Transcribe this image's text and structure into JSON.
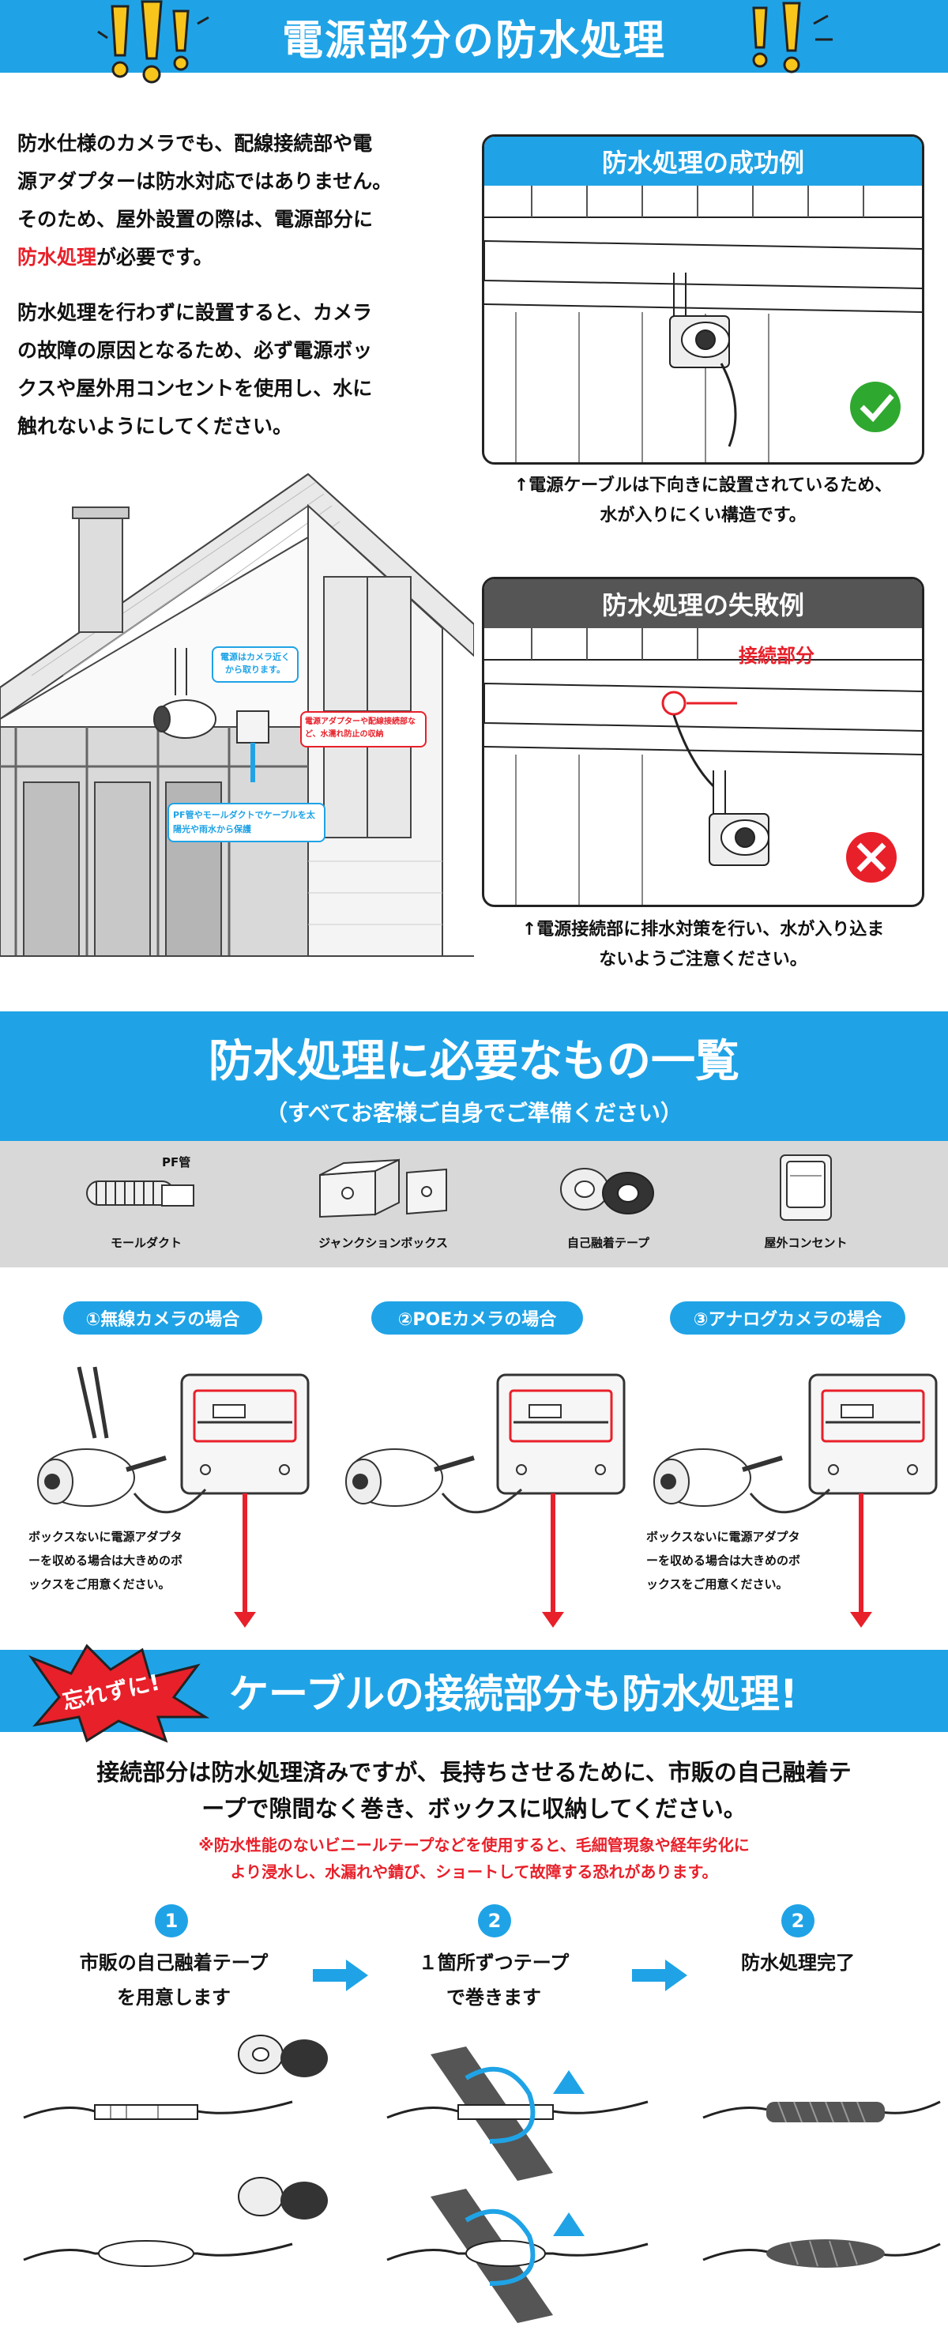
{
  "section1": {
    "title": "電源部分の防水処理",
    "intro_lines": [
      "防水仕様のカメラでも、配線接続部や電",
      "源アダプターは防水対応ではありません。",
      "そのため、屋外設置の際は、電源部分に"
    ],
    "intro_red": "防水処理",
    "intro_tail": "が必要です。",
    "para2_lines": [
      "防水処理を行わずに設置すると、カメラ",
      "の故障の原因となるため、必ず電源ボッ",
      "クスや屋外用コンセントを使用し、水に",
      "触れないようにしてください。"
    ],
    "house_notes": {
      "power_near": "電源はカメラ近くから取ります。",
      "adapter": "電源アダプターや配線接続部など、水濡れ防止の収納",
      "pf_pipe": "PF管やモールダクトでケーブルを太陽光や雨水から保護"
    }
  },
  "success": {
    "title": "防水処理の成功例",
    "caption_lines": [
      "↑電源ケーブルは下向きに設置されているため、",
      "水が入りにくい構造です。"
    ]
  },
  "failure": {
    "title": "防水処理の失敗例",
    "callout": "接続部分",
    "caption_lines": [
      "↑電源接続部に排水対策を行い、水が入り込ま",
      "ないようご注意ください。"
    ]
  },
  "section2": {
    "title": "防水処理に必要なもの一覧",
    "subtitle": "（すべてお客様ご自身でご準備ください）",
    "items": [
      {
        "label": "モールダクト",
        "sub": "PF管",
        "icon": "duct-icon"
      },
      {
        "label": "ジャンクションボックス",
        "icon": "junction-box-icon"
      },
      {
        "label": "自己融着テープ",
        "icon": "tape-icon"
      },
      {
        "label": "屋外コンセント",
        "icon": "outlet-icon"
      }
    ]
  },
  "cameras": [
    {
      "label": "①無線カメラの場合",
      "note_lines": [
        "ボックスないに電源アダプタ",
        "ーを収める場合は大きめのボ",
        "ックスをご用意ください。"
      ]
    },
    {
      "label": "②POEカメラの場合",
      "note_lines": []
    },
    {
      "label": "③アナログカメラの場合",
      "note_lines": [
        "ボックスないに電源アダプタ",
        "ーを収める場合は大きめのボ",
        "ックスをご用意ください。"
      ]
    }
  ],
  "section3": {
    "badge": "忘れずに!",
    "title": "ケーブルの接続部分も防水処理!",
    "body_lines": [
      "接続部分は防水処理済みですが、長持ちさせるために、市販の自己融着テ",
      "ープで隙間なく巻き、ボックスに収納してください。"
    ],
    "warning_lines": [
      "※防水性能のないビニールテープなどを使用すると、毛細管現象や経年劣化に",
      "より浸水し、水漏れや錆び、ショートして故障する恐れがあります。"
    ],
    "steps": [
      {
        "num": "1",
        "lines": [
          "市販の自己融着テープ",
          "を用意します"
        ]
      },
      {
        "num": "2",
        "lines": [
          "１箇所ずつテープ",
          "で巻きます"
        ]
      },
      {
        "num": "2",
        "lines": [
          "防水処理完了"
        ]
      }
    ]
  },
  "colors": {
    "blue": "#1fa3e6",
    "red": "#e8202a",
    "dark": "#555555",
    "yellow": "#f7c51c",
    "green": "#2fa82f"
  }
}
